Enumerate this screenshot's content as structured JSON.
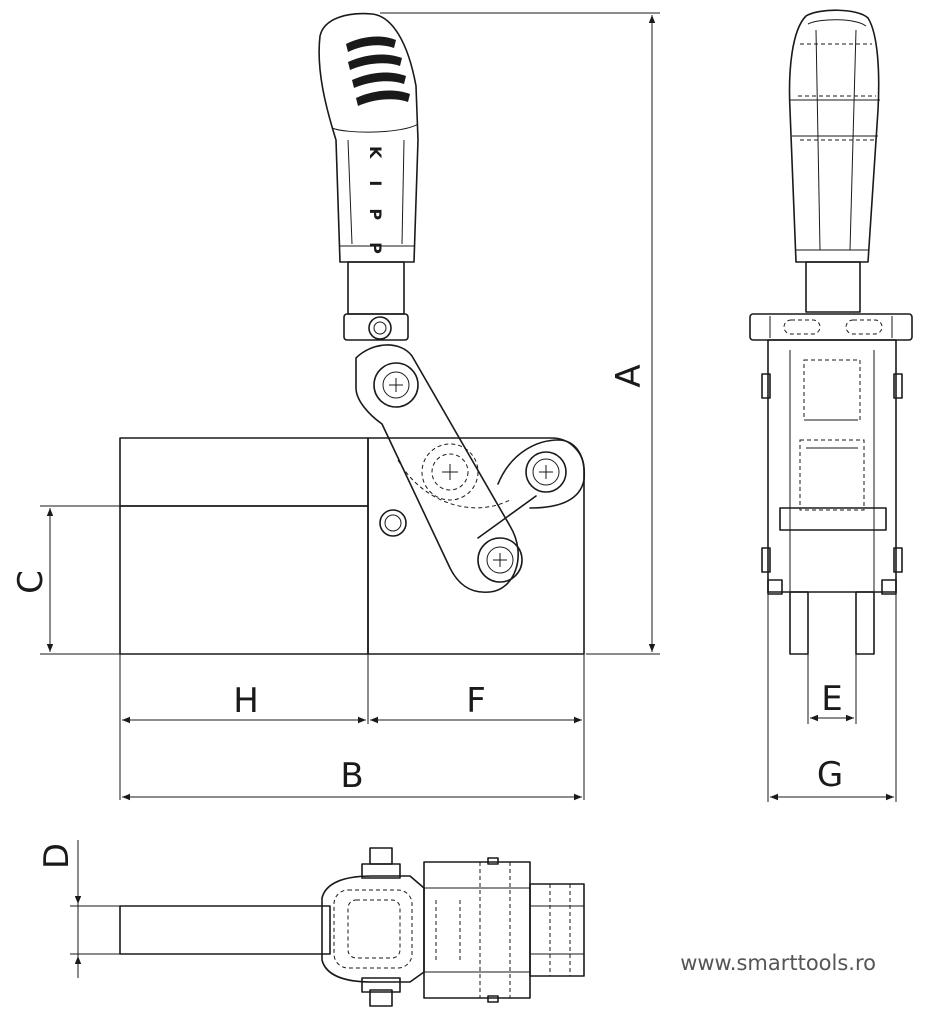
{
  "dimensions": {
    "A": "A",
    "B": "B",
    "C": "C",
    "D": "D",
    "E": "E",
    "F": "F",
    "G": "G",
    "H": "H"
  },
  "handle_marking": "KIPP",
  "watermark": "www.smarttools.ro",
  "line_color": "#1a1a1a"
}
